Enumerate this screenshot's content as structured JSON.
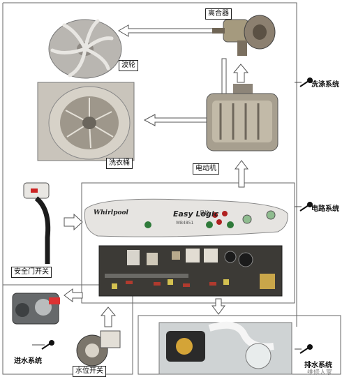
{
  "labels": {
    "clutch": "离合器",
    "pulsator": "波轮",
    "drum": "洗衣桶",
    "motor": "电动机",
    "door_switch": "安全门开关",
    "water_switch": "水位开关"
  },
  "systems": {
    "washing": "洗涤系统",
    "circuit": "电路系统",
    "inlet": "进水系统",
    "drain": "排水系统"
  },
  "panel": {
    "brand": "Whirlpool",
    "product": "Easy Logic",
    "product_sub": "易控",
    "model": "WB4851"
  },
  "watermark": "维修人家"
}
